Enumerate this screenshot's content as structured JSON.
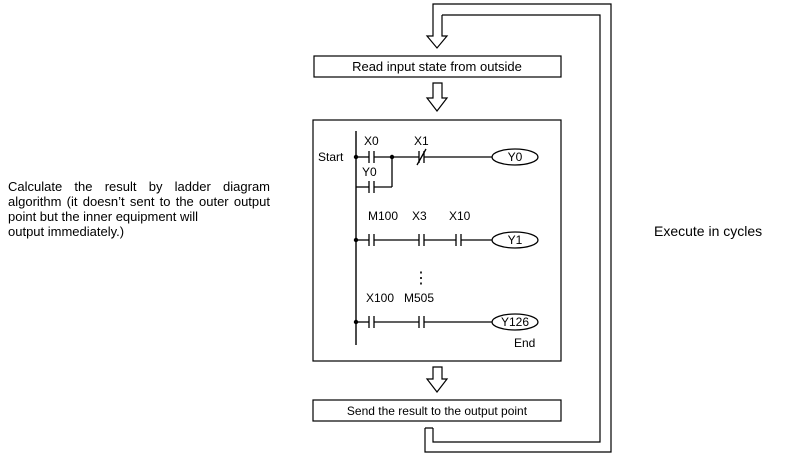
{
  "side_note": {
    "text": "Calculate the result by ladder diagram algorithm (it doesn’t sent to the outer output point but the inner equipment will",
    "last_line": "output immediately.)"
  },
  "cycle_label": "Execute in cycles",
  "read_box": {
    "label": "Read input state from outside"
  },
  "send_box": {
    "label": "Send the result to the output point"
  },
  "ladder": {
    "start_label": "Start",
    "end_label": "End",
    "rung1": {
      "contact1": "X0",
      "contact2": "X1",
      "coil": "Y0",
      "branch_contact": "Y0"
    },
    "rung2": {
      "contact1": "M100",
      "contact2": "X3",
      "contact3": "X10",
      "coil": "Y1"
    },
    "ellipsis": "⋮",
    "rung3": {
      "contact1": "X100",
      "contact2": "M505",
      "coil": "Y126"
    }
  }
}
